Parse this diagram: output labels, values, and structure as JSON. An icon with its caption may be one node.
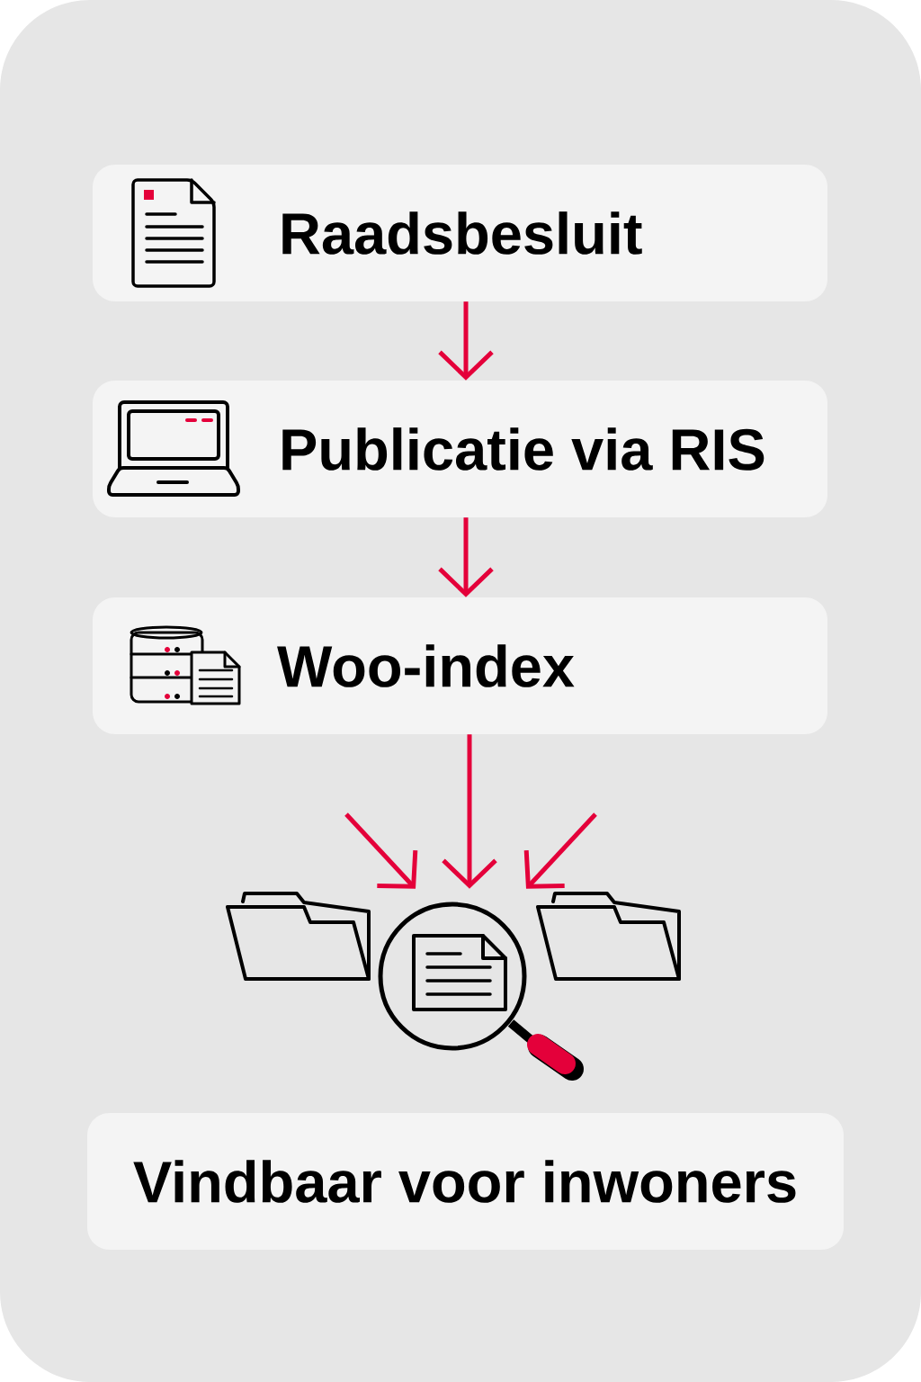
{
  "diagram": {
    "nodes": [
      {
        "text": [
          "Raadsbesluit"
        ]
      },
      {
        "text": [
          "Publicatie via RIS"
        ]
      },
      {
        "text": [
          "Woo-index"
        ]
      },
      {
        "text": [],
        "shape": "picture"
      },
      {
        "text": [
          "Vindbaar voor inwoners"
        ]
      }
    ],
    "edges": [
      {
        "from": 0,
        "to": 1,
        "arrow": "to"
      },
      {
        "from": 1,
        "to": 2,
        "arrow": "to"
      },
      {
        "from": null,
        "to": 3,
        "arrow": "to"
      },
      {
        "from": 2,
        "to": 3,
        "arrow": "to"
      },
      {
        "from": null,
        "to": 3,
        "arrow": "to"
      }
    ]
  }
}
